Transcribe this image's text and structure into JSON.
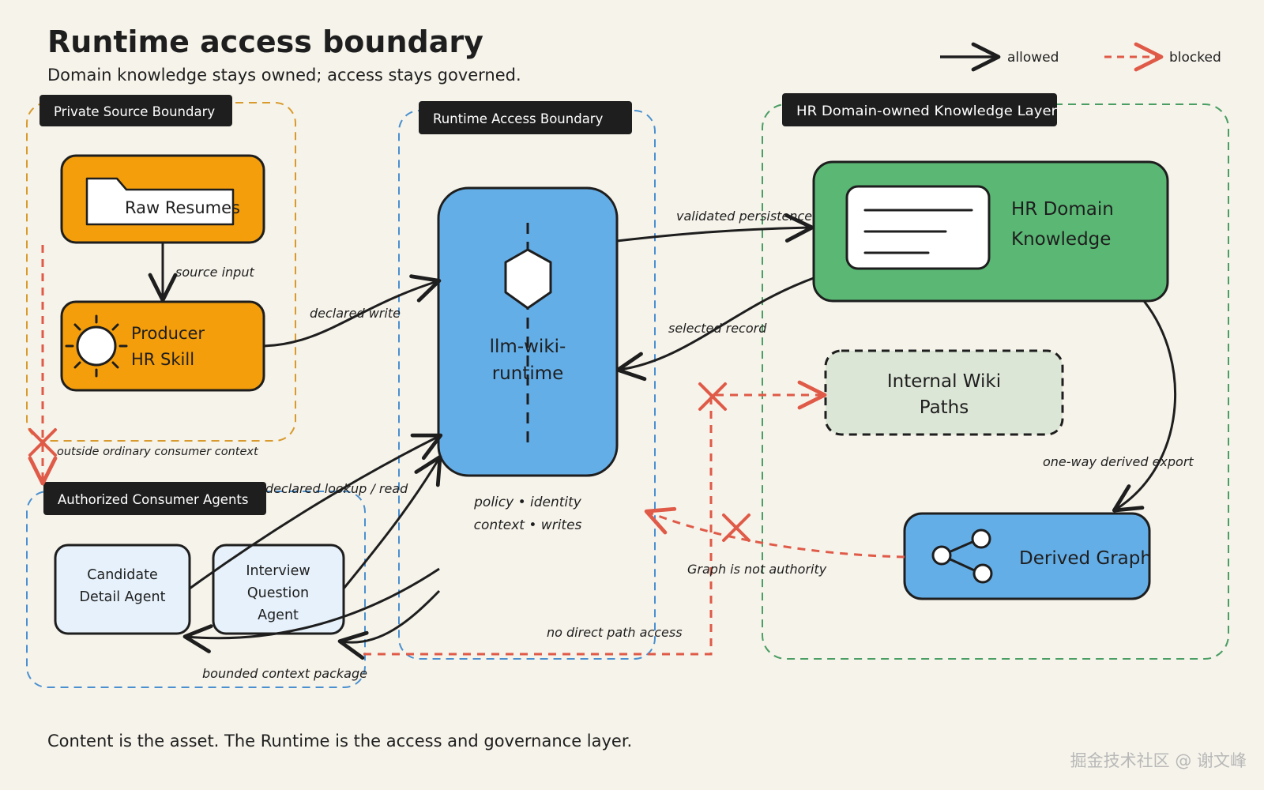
{
  "title": "Runtime access boundary",
  "subtitle": "Domain knowledge stays owned; access stays governed.",
  "legend": {
    "allowed": "allowed",
    "blocked": "blocked"
  },
  "boundaries": {
    "private_source": "Private Source Boundary",
    "runtime_access": "Runtime Access Boundary",
    "hr_domain": "HR Domain-owned Knowledge Layer",
    "consumer_agents": "Authorized Consumer Agents"
  },
  "nodes": {
    "raw_resumes": "Raw Resumes",
    "producer": [
      "Producer",
      "HR Skill"
    ],
    "runtime": [
      "llm-wiki-",
      "runtime"
    ],
    "runtime_caption": [
      "policy • identity",
      "context • writes"
    ],
    "hr_knowledge": [
      "HR Domain",
      "Knowledge"
    ],
    "internal_wiki": [
      "Internal Wiki",
      "Paths"
    ],
    "derived_graph": "Derived Graph",
    "candidate_agent": [
      "Candidate",
      "Detail Agent"
    ],
    "interview_agent": [
      "Interview",
      "Question",
      "Agent"
    ]
  },
  "edge_labels": {
    "source_input": "source input",
    "declared_write": "declared write",
    "validated_persistence": "validated persistence",
    "selected_record": "selected record",
    "one_way_export": "one-way derived export",
    "graph_not_authority": "Graph is not authority",
    "no_direct_path": "no direct path access",
    "outside_context": "outside ordinary consumer context",
    "declared_lookup": "declared lookup / read",
    "bounded_context": "bounded context package"
  },
  "footer": "Content is the asset. The Runtime is the access and governance layer.",
  "watermark": "掘金技术社区 @ 谢文峰",
  "colors": {
    "background": "#f6f3ea",
    "ink": "#1e1e1e",
    "orange": "#f59e0b",
    "orange_dash": "#d89a2c",
    "blue": "#64aee8",
    "blue_dash": "#4a90d0",
    "green": "#5ab874",
    "green_dash": "#4a9e64",
    "blocked_red": "#e05a48",
    "wiki_fill": "#dce6d6",
    "agent_fill": "#e6f1fb"
  }
}
